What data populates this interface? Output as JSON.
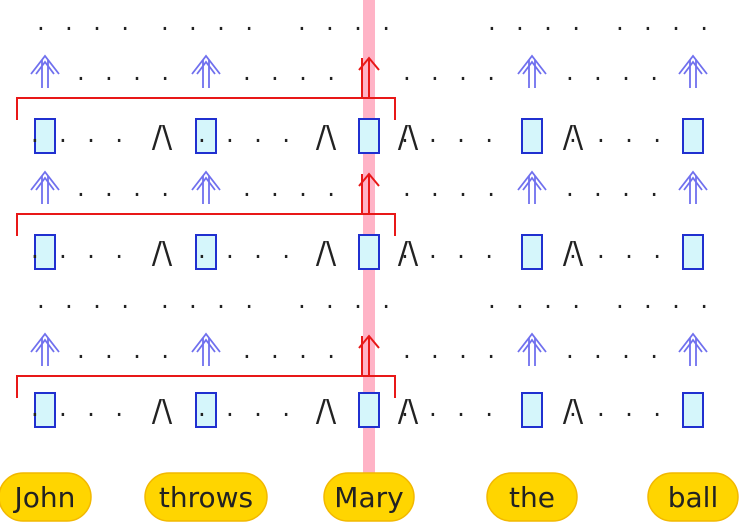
{
  "tokens": [
    "John",
    "throws",
    "Mary",
    "the",
    "ball"
  ],
  "dots_text": ". . . .",
  "and_symbol": "/\\",
  "highlight_token": "Mary",
  "colors": {
    "token_fill": "#ffd500",
    "token_stroke": "#f2b800",
    "cell_fill": "#d5f6fb",
    "cell_stroke": "#2030d0",
    "up_arrow": "#7070ee",
    "attention": "#e81818",
    "highlight_band": "#ffb3c6"
  },
  "icons": {
    "cell": "box-cell-icon",
    "up": "double-up-arrow-icon",
    "attention": "attention-bracket-icon"
  }
}
